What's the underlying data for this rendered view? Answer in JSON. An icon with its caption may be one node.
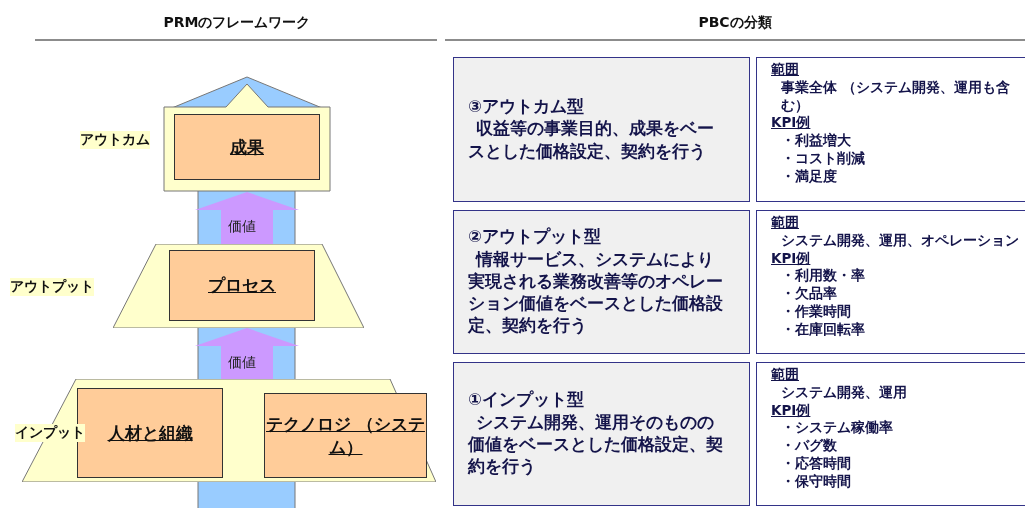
{
  "diagram": {
    "nodes": [
      {
        "text": [
          "アウトカム"
        ]
      },
      {
        "text": [
          "成果"
        ],
        "in": 0
      },
      {
        "text": [
          "アウトプット"
        ]
      },
      {
        "text": [
          "プロセス"
        ],
        "in": 2
      },
      {
        "text": [
          "インプット"
        ]
      },
      {
        "text": [
          "人材と組織"
        ],
        "in": 4
      },
      {
        "text": [
          "テクノロジ （システム）"
        ],
        "in": 4
      },
      {
        "text": [
          "③アウトカム型",
          "収益等の事業目的、成果をベースとした価格設定、契約を行う"
        ]
      },
      {
        "text": [
          "範囲",
          "事業全体 （システム開発、運用も含む）",
          "KPI例",
          "・利益増大",
          "・コスト削減",
          "・満足度"
        ]
      },
      {
        "text": [
          "②アウトプット型",
          "情報サービス、システムにより実現される業務改善等のオペレーション価値をベースとした価格設定、契約を行う"
        ]
      },
      {
        "text": [
          "範囲",
          "システム開発、運用、オペレーション",
          "KPI例",
          "・利用数・率",
          "・欠品率",
          "・作業時間",
          "・在庫回転率"
        ]
      },
      {
        "text": [
          "①インプット型",
          "システム開発、運用そのものの価値をベースとした価格設定、契約を行う"
        ]
      },
      {
        "text": [
          "範囲",
          "システム開発、運用",
          "KPI例",
          "・システム稼働率",
          "・バグ数",
          "・応答時間",
          "・保守時間"
        ]
      }
    ],
    "edges": [
      {
        "from": 2,
        "to": 0,
        "arrow": "to",
        "label": "価値"
      },
      {
        "from": 4,
        "to": 2,
        "arrow": "to",
        "label": "価値"
      }
    ],
    "labels": [
      "PRMのフレームワーク",
      "PBCの分類"
    ]
  }
}
